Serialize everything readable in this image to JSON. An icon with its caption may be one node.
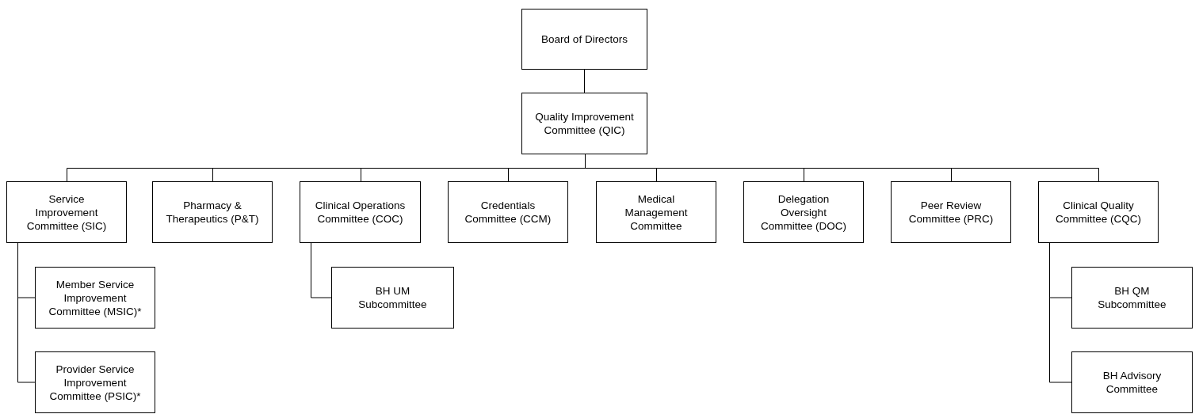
{
  "diagram": {
    "nodes": [
      {
        "text": [
          "Board of Directors"
        ]
      },
      {
        "text": [
          "Quality Improvement Committee (QIC)"
        ]
      },
      {
        "text": [
          "Service Improvement Committee (SIC)"
        ]
      },
      {
        "text": [
          "Pharmacy & Therapeutics (P&T)"
        ]
      },
      {
        "text": [
          "Clinical Operations Committee (COC)"
        ]
      },
      {
        "text": [
          "Credentials Committee (CCM)"
        ]
      },
      {
        "text": [
          "Medical Management Committee"
        ]
      },
      {
        "text": [
          "Delegation Oversight Committee (DOC)"
        ]
      },
      {
        "text": [
          "Peer Review Committee (PRC)"
        ]
      },
      {
        "text": [
          "Clinical Quality Committee (CQC)"
        ]
      },
      {
        "text": [
          "Member Service Improvement Committee (MSIC)*"
        ]
      },
      {
        "text": [
          "Provider Service Improvement Committee (PSIC)*"
        ]
      },
      {
        "text": [
          "BH UM Subcommittee"
        ]
      },
      {
        "text": [
          "BH QM Subcommittee"
        ]
      },
      {
        "text": [
          "BH Advisory Committee"
        ]
      }
    ],
    "edges": [
      {
        "from": 0,
        "to": 1,
        "arrow": "none"
      },
      {
        "from": 1,
        "to": 2,
        "arrow": "none"
      },
      {
        "from": 1,
        "to": 3,
        "arrow": "none"
      },
      {
        "from": 1,
        "to": 4,
        "arrow": "none"
      },
      {
        "from": 1,
        "to": 5,
        "arrow": "none"
      },
      {
        "from": 1,
        "to": 6,
        "arrow": "none"
      },
      {
        "from": 1,
        "to": 7,
        "arrow": "none"
      },
      {
        "from": 1,
        "to": 8,
        "arrow": "none"
      },
      {
        "from": 1,
        "to": 9,
        "arrow": "none"
      },
      {
        "from": 2,
        "to": 10,
        "arrow": "none"
      },
      {
        "from": 2,
        "to": 11,
        "arrow": "none"
      },
      {
        "from": 4,
        "to": 12,
        "arrow": "none"
      },
      {
        "from": 9,
        "to": 13,
        "arrow": "none"
      },
      {
        "from": 9,
        "to": 14,
        "arrow": "none"
      }
    ]
  }
}
